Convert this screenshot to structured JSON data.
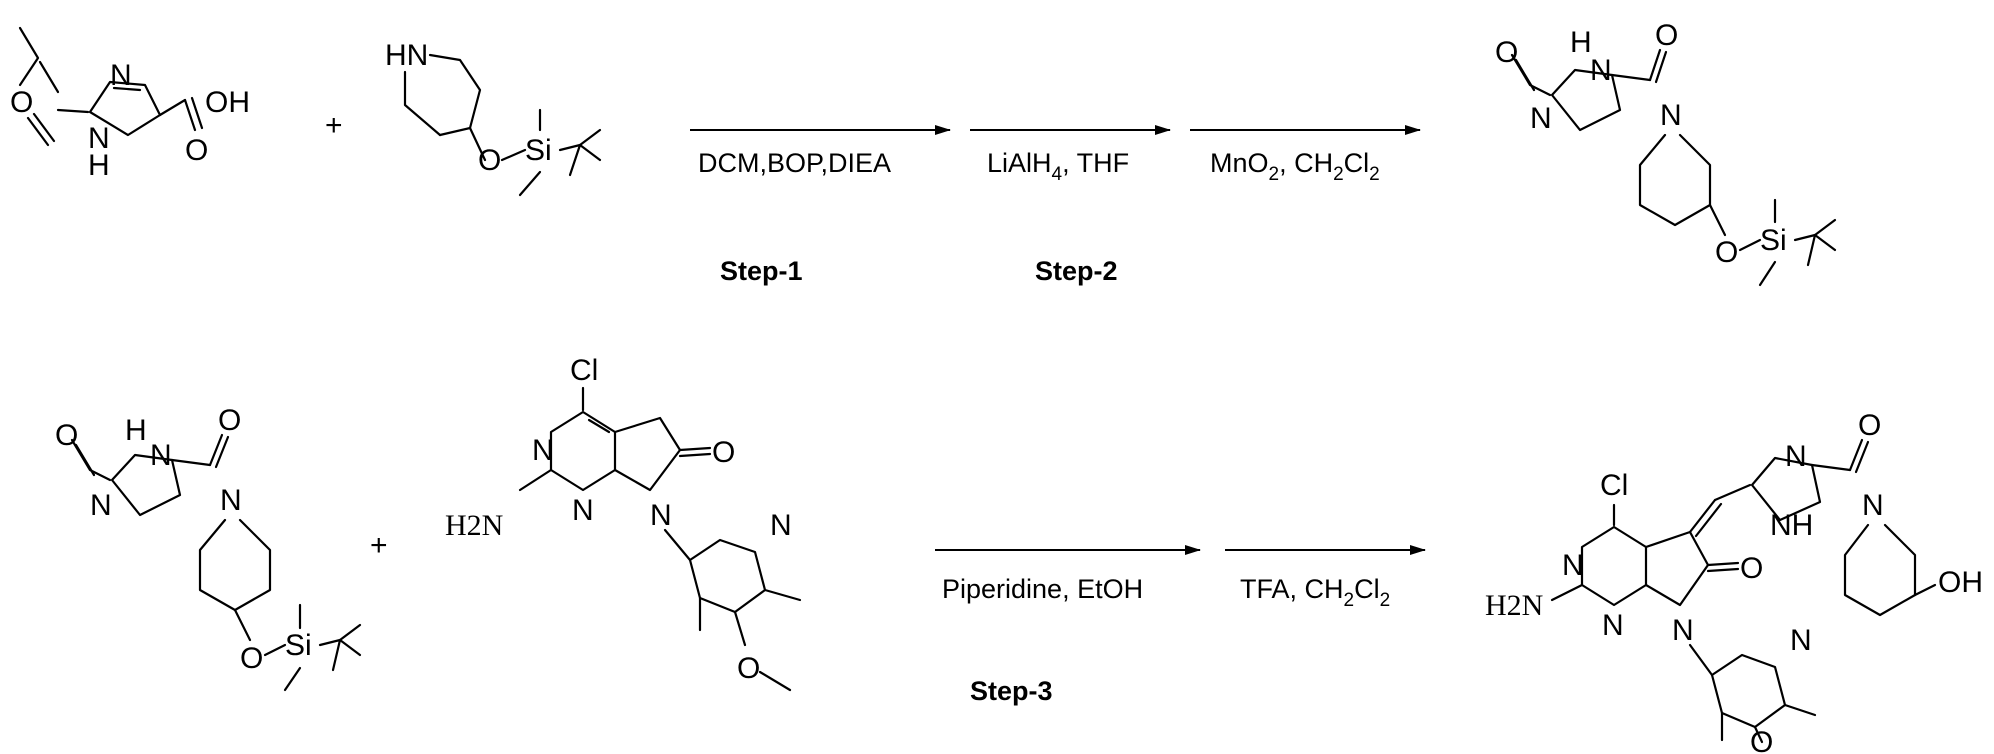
{
  "scheme": {
    "plus_sign": "+",
    "row1": {
      "conditions": [
        "DCM,BOP,DIEA",
        "LiAlH4, THF",
        "MnO2, CH2Cl2"
      ],
      "step_labels": [
        "Step-1",
        "Step-2"
      ]
    },
    "row2": {
      "conditions": [
        "Piperidine, EtOH",
        "TFA, CH2Cl2"
      ],
      "step_labels": [
        "Step-3"
      ]
    }
  },
  "atom_labels": {
    "O": "O",
    "N": "N",
    "H": "H",
    "NH": "NH",
    "HN": "HN",
    "OH": "OH",
    "Si": "Si",
    "Cl": "Cl",
    "H2N": "H2N"
  }
}
